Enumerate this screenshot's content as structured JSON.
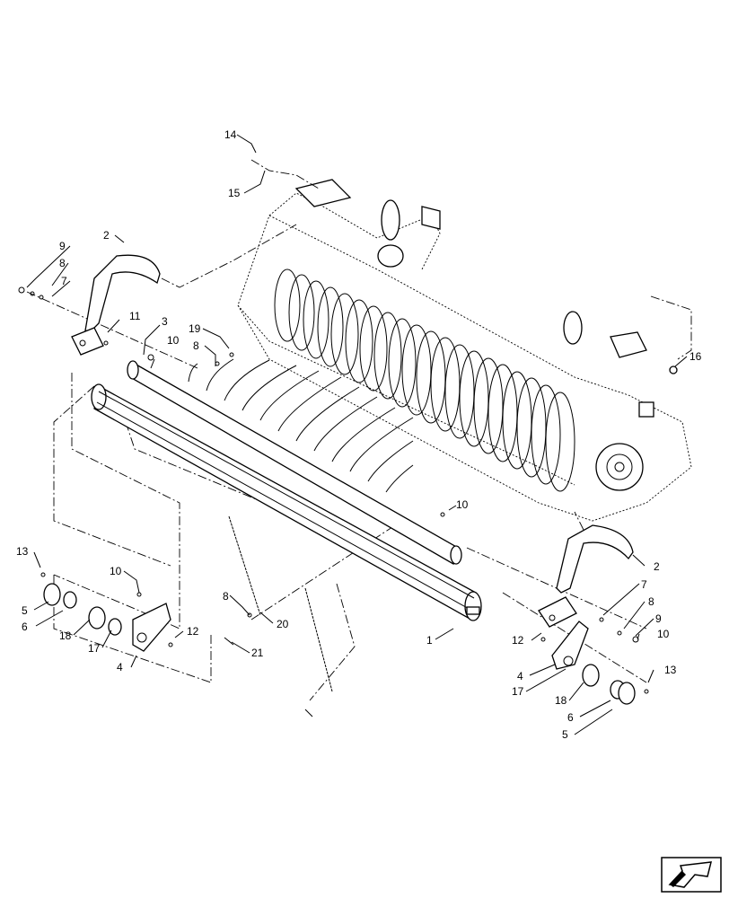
{
  "diagram": {
    "callouts": [
      "1",
      "2",
      "2",
      "3",
      "4",
      "4",
      "5",
      "5",
      "6",
      "6",
      "7",
      "7",
      "8",
      "8",
      "8",
      "8",
      "9",
      "9",
      "10",
      "10",
      "10",
      "10",
      "11",
      "12",
      "12",
      "13",
      "13",
      "14",
      "15",
      "16",
      "17",
      "17",
      "18",
      "18",
      "19",
      "20",
      "21"
    ]
  },
  "nav_icon": {
    "name": "next-page-arrow-icon",
    "stroke": "#000000"
  }
}
